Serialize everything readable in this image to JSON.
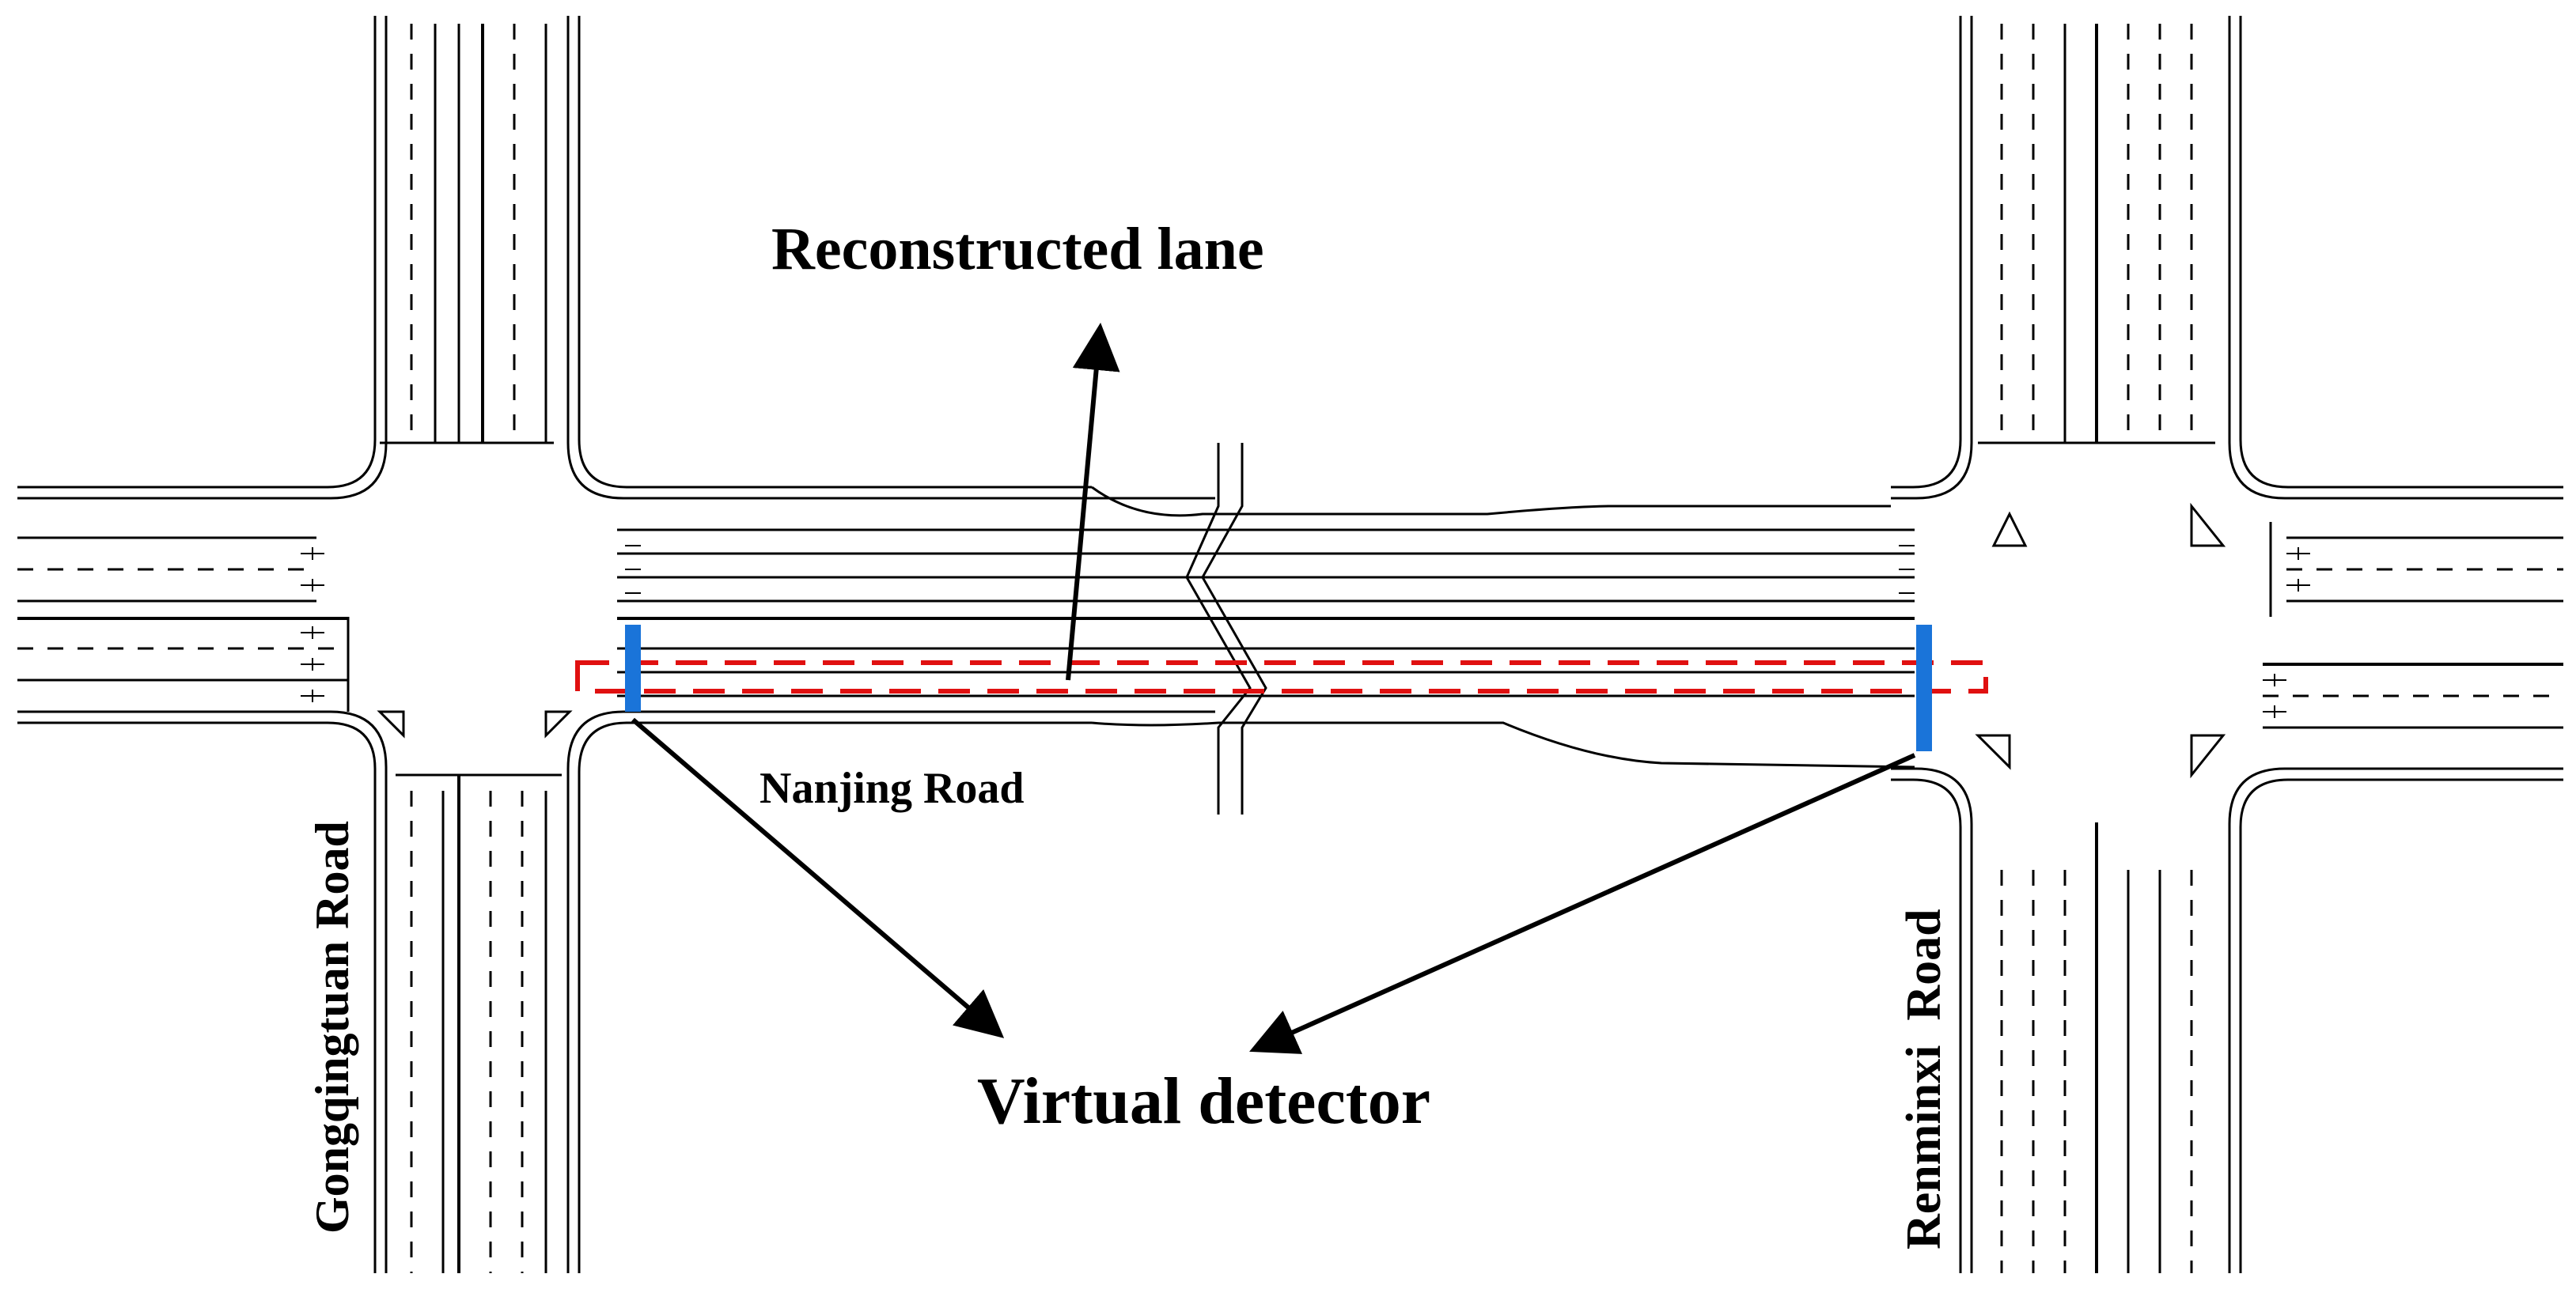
{
  "labels": {
    "reconstructed_lane": "Reconstructed lane",
    "virtual_detector": "Virtual detector",
    "nanjing_road": "Nanjing Road",
    "gongqingtuan_road": "Gongqingtuan Road",
    "renminxi_road": "Renminxi  Road"
  },
  "colors": {
    "road_line": "#000000",
    "detector": "#1a74d9",
    "reconstructed_lane_box": "#e01010",
    "background": "#ffffff"
  }
}
